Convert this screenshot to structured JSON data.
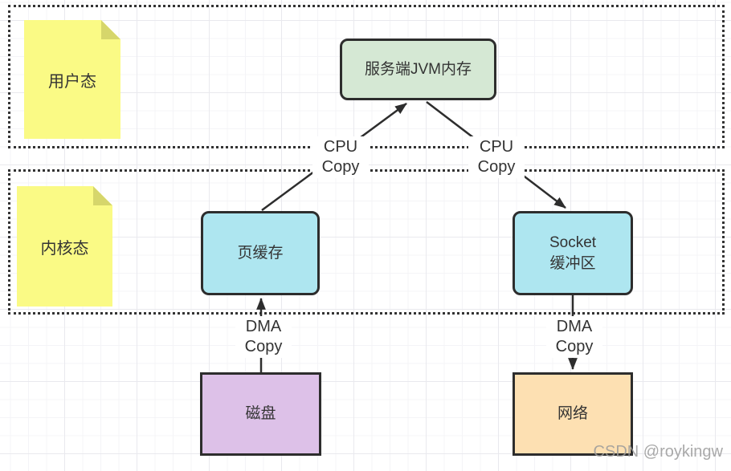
{
  "diagram": {
    "regions": {
      "user_space": {
        "note": "用户态"
      },
      "kernel_space": {
        "note": "内核态"
      }
    },
    "nodes": {
      "jvm": {
        "label": "服务端JVM内存"
      },
      "page_cache": {
        "label": "页缓存"
      },
      "socket_buffer": {
        "line1": "Socket",
        "line2": "缓冲区"
      },
      "disk": {
        "label": "磁盘"
      },
      "network": {
        "label": "网络"
      }
    },
    "edges": {
      "cpu_copy_left": {
        "line1": "CPU",
        "line2": "Copy"
      },
      "cpu_copy_right": {
        "line1": "CPU",
        "line2": "Copy"
      },
      "dma_copy_left": {
        "line1": "DMA",
        "line2": "Copy"
      },
      "dma_copy_right": {
        "line1": "DMA",
        "line2": "Copy"
      }
    }
  },
  "watermark": "CSDN @roykingw",
  "colors": {
    "note_fill": "#fafa85",
    "note_fold": "#d6d66b",
    "jvm_fill": "#d5e8d4",
    "buffer_fill": "#aee6f0",
    "disk_fill": "#ddc1e8",
    "network_fill": "#fde0b2",
    "line": "#2d2d2d",
    "watermark_gray": "#9b9b9b"
  }
}
